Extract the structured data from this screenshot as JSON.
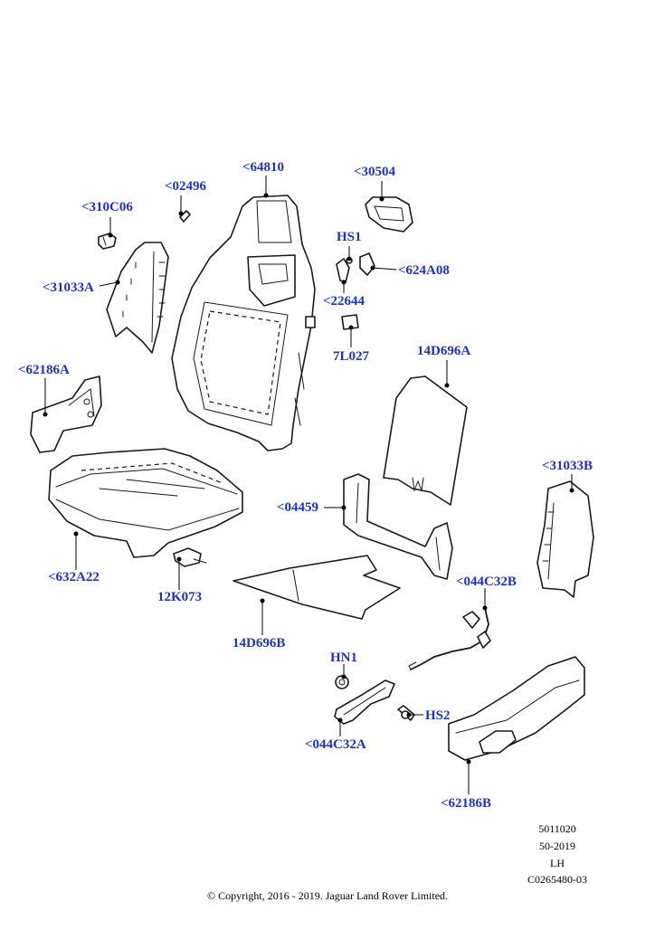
{
  "callouts": {
    "c1": "<310C06",
    "c2": "<02496",
    "c3": "<64810",
    "c4": "<30504",
    "c5": "HS1",
    "c6": "<624A08",
    "c7": "<31033A",
    "c8": "<22644",
    "c9": "7L027",
    "c10": "14D696A",
    "c11": "<62186A",
    "c12": "<31033B",
    "c13": "<04459",
    "c14": "<632A22",
    "c15": "<044C32B",
    "c16": "12K073",
    "c17": "14D696B",
    "c18": "HN1",
    "c19": "HS2",
    "c20": "<044C32A",
    "c21": "<62186B"
  },
  "meta": {
    "code": "5011020",
    "date": "50-2019",
    "side": "LH",
    "illustration": "C0265480-03"
  },
  "copyright": "© Copyright, 2016 - 2019. Jaguar Land Rover Limited."
}
